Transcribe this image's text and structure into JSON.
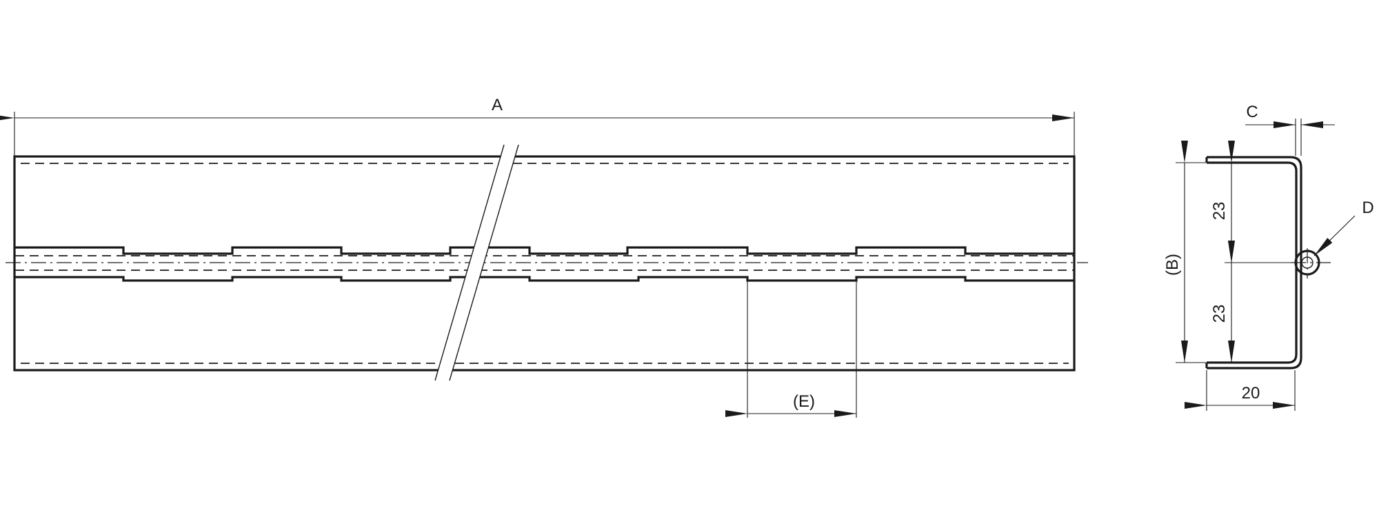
{
  "labels": {
    "a": "A",
    "b": "(B)",
    "c": "C",
    "d": "D",
    "e": "(E)",
    "top_half": "23",
    "bottom_half": "23",
    "width": "20"
  },
  "colors": {
    "line": "#1a1a1a",
    "background": "#ffffff"
  }
}
